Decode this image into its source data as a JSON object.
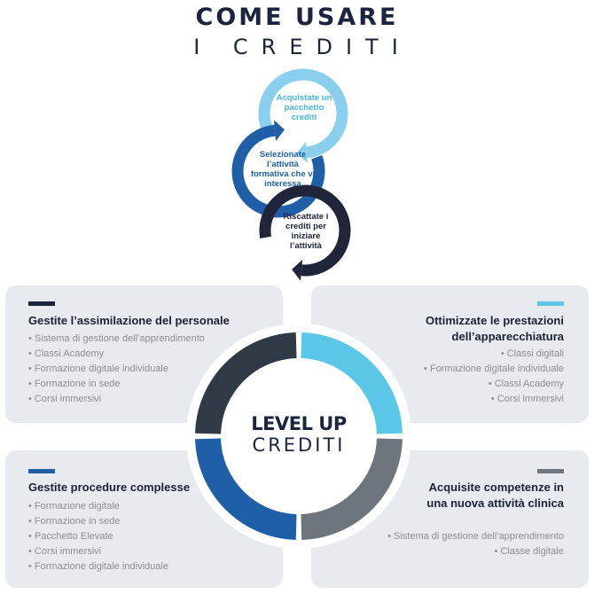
{
  "title": {
    "line1": "COME USARE",
    "line2": "I CREDITI"
  },
  "steps": [
    {
      "text": "Acquistate un pacchetto crediti",
      "color": "#8ad0ee",
      "text_color": "#4bb6e6"
    },
    {
      "text": "Selezionate l’attività formativa che vi interessa",
      "color": "#1f5fa8",
      "text_color": "#1f5fa8"
    },
    {
      "text": "Riscattate i crediti per iniziare l’attività",
      "color": "#21253a",
      "text_color": "#21253a"
    }
  ],
  "cards": {
    "top_left": {
      "accent": "#1c2540",
      "title": "Gestite l’assimilazione del personale",
      "items": [
        "Sistema di gestione dell’apprendimento",
        "Classi Academy",
        "Formazione digitale individuale",
        "Formazione in sede",
        "Corsi immersivi"
      ]
    },
    "top_right": {
      "accent": "#5bc7e8",
      "title_line1": "Ottimizzate le prestazioni",
      "title_line2": "dell’apparecchiatura",
      "items": [
        "Classi digitali",
        "Formazione digitale individuale",
        "Classi Academy",
        "Corsi immersivi"
      ]
    },
    "bottom_left": {
      "accent": "#1f5fa8",
      "title": "Gestite procedure complesse",
      "items": [
        "Formazione digitale",
        "Formazione in sede",
        "Pacchetto Elevate",
        "Corsi immersivi",
        "Formazione digitale individuale"
      ]
    },
    "bottom_right": {
      "accent": "#6f757d",
      "title_line1": "Acquisite competenze in",
      "title_line2": "una nuova attività clinica",
      "items": [
        "Sistema di gestione dell’apprendimento",
        "Classe digitale"
      ]
    }
  },
  "center": {
    "line1": "LEVEL UP",
    "line2": "CREDITI",
    "ring_colors": {
      "top_left": "#2f3a46",
      "top_right": "#5bc7e8",
      "bottom_left": "#1f5fa8",
      "bottom_right": "#6f757d"
    }
  }
}
